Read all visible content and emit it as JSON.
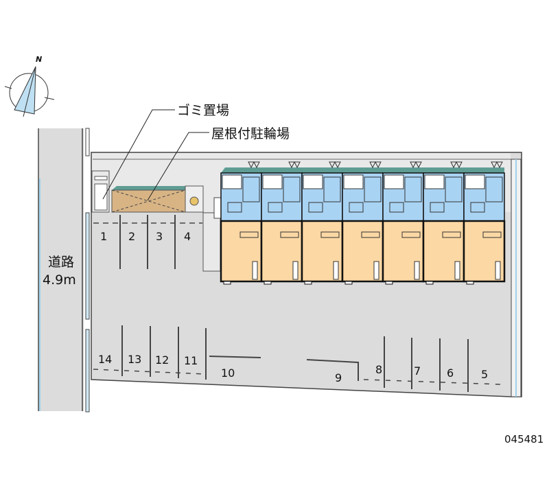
{
  "compass": {
    "north_label": "N"
  },
  "callouts": {
    "garbage": "ゴミ置場",
    "bike_shed": "屋根付駐輪場"
  },
  "road": {
    "label": "道路",
    "width": "4.9m"
  },
  "parking": {
    "top_spaces": [
      "1",
      "2",
      "3",
      "4"
    ],
    "bottom_left_spaces": [
      "14",
      "13",
      "12",
      "11",
      "10"
    ],
    "bottom_right_spaces": [
      "9",
      "8",
      "7",
      "6",
      "5"
    ]
  },
  "building": {
    "unit_count": 7
  },
  "colors": {
    "wet_area": "#a9d3f3",
    "room": "#fcd8a4",
    "roof": "#5f9d94",
    "lot": "#dcdcdc",
    "lot_light": "#e9e9e9",
    "bike_shed": "#d8b485"
  },
  "property_code": "045481"
}
